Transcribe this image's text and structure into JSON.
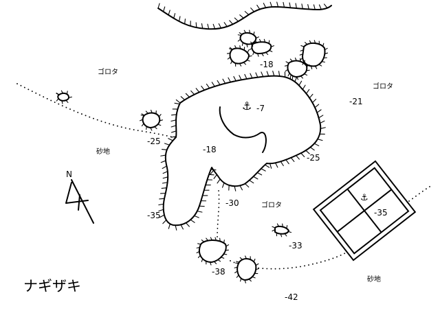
{
  "title": "ナギザキ",
  "north_label": "N",
  "anchor_symbol": "⚓",
  "seabed_labels": {
    "gorota_left": "ゴロタ",
    "gorota_right": "ゴロタ",
    "gorota_center": "ゴロタ",
    "sand_left": "砂地",
    "sand_bottom_right": "砂地"
  },
  "depths": {
    "top_rocks": "-18",
    "far_right": "-21",
    "anchor_rock": "-7",
    "left_of_reef": "-25",
    "reef_center": "-18",
    "right_of_reef": "-25",
    "reef_tip": "-35",
    "trail_mid": "-30",
    "small_rock": "-33",
    "reef_box": "-35",
    "lower_rocks": "-38",
    "bottom": "-42"
  }
}
